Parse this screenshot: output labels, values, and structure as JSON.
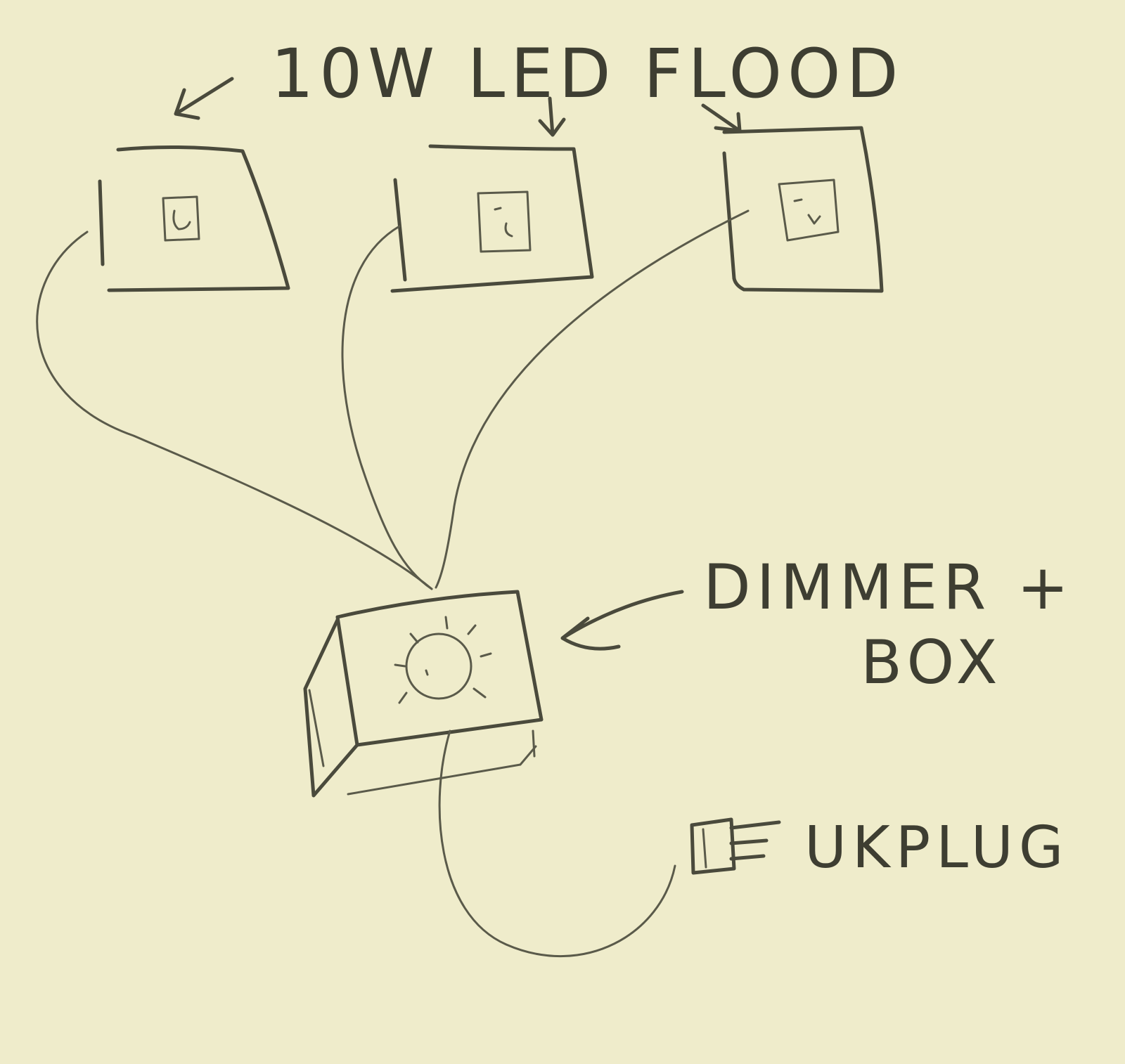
{
  "diagram": {
    "labels": {
      "flood_title": "10W LED FLOOD",
      "dimmer_line1": "DIMMER +",
      "dimmer_line2": "BOX",
      "plug": "UKPLUG"
    },
    "nodes": [
      {
        "id": "flood-1",
        "type": "led-flood-light"
      },
      {
        "id": "flood-2",
        "type": "led-flood-light"
      },
      {
        "id": "flood-3",
        "type": "led-flood-light"
      },
      {
        "id": "dimmer-box",
        "type": "dimmer-box",
        "icon": "sun-icon"
      },
      {
        "id": "uk-plug",
        "type": "uk-plug",
        "icon": "plug-icon"
      }
    ],
    "edges": [
      {
        "from": "flood-1",
        "to": "dimmer-box"
      },
      {
        "from": "flood-2",
        "to": "dimmer-box"
      },
      {
        "from": "flood-3",
        "to": "dimmer-box"
      },
      {
        "from": "dimmer-box",
        "to": "uk-plug"
      }
    ],
    "colors": {
      "paper": "#efeccb",
      "ink": "#4a4a3c"
    }
  }
}
